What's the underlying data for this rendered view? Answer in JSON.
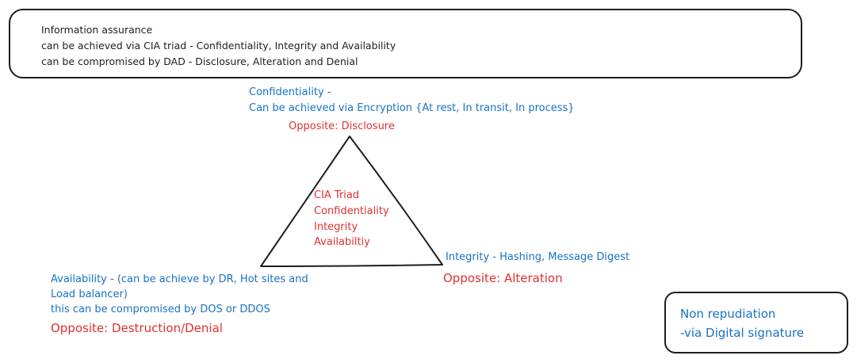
{
  "info_box": {
    "line1": "Information assurance",
    "line2": "can be achieved via CIA triad - Confidentiality, Integrity and Availability",
    "line3": "can be compromised by DAD -    Disclosure, Alteration and Denial"
  },
  "confidentiality": {
    "line1": "Confidentiality -",
    "line2": "Can be achieved via Encryption {At rest, In transit, In process}",
    "opposite": "Opposite: Disclosure"
  },
  "triangle_center": {
    "line1": "CIA Triad",
    "line2": "Confidentiality",
    "line3": "Integrity",
    "line4": "Availabiltiy"
  },
  "integrity": {
    "line1": "Integrity - Hashing, Message Digest",
    "opposite": "Opposite: Alteration"
  },
  "availability": {
    "line1": "Availability - (can be achieve by DR, Hot sites and",
    "line2": "Load balancer)",
    "line3": "this can be compromised by DOS or DDOS",
    "opposite": "Opposite: Destruction/Denial"
  },
  "non_repudiation": {
    "line1": "Non repudiation",
    "line2": "-via Digital signature"
  },
  "colors": {
    "stroke": "#1e1e1e",
    "blue_text": "#1971c2",
    "red_text": "#e03131"
  }
}
